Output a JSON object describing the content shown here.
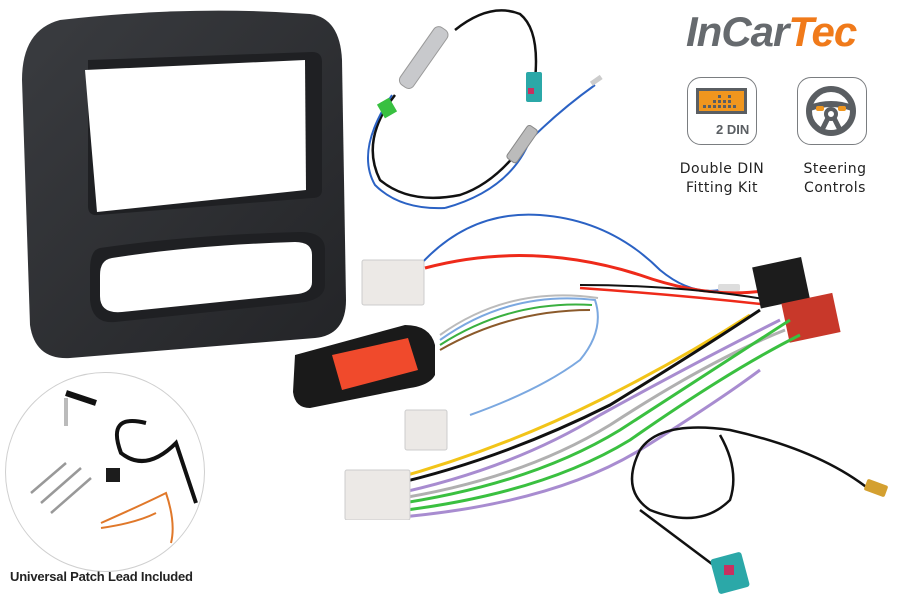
{
  "brand": {
    "part1": "InCar",
    "part2": "Tec",
    "colors": {
      "grey": "#666a6e",
      "orange": "#f07a1a"
    }
  },
  "features": [
    {
      "icon": "double-din-icon",
      "badge_text": "2 DIN",
      "label_line1": "Double DIN",
      "label_line2": "Fitting Kit"
    },
    {
      "icon": "steering-wheel-icon",
      "label_line1": "Steering",
      "label_line2": "Controls"
    }
  ],
  "products": {
    "fascia": {
      "name": "double-din-fascia-panel",
      "color": "#2b2d30"
    },
    "antenna_adapter": {
      "name": "antenna-adapter-cable"
    },
    "steering_interface": {
      "name": "steering-control-interface",
      "label_color": "#f04a2c"
    },
    "wiring_harness": {
      "name": "iso-wiring-harness"
    },
    "fakra_cable": {
      "name": "fakra-antenna-cable"
    }
  },
  "patch_lead": {
    "caption": "Universal Patch Lead Included"
  }
}
